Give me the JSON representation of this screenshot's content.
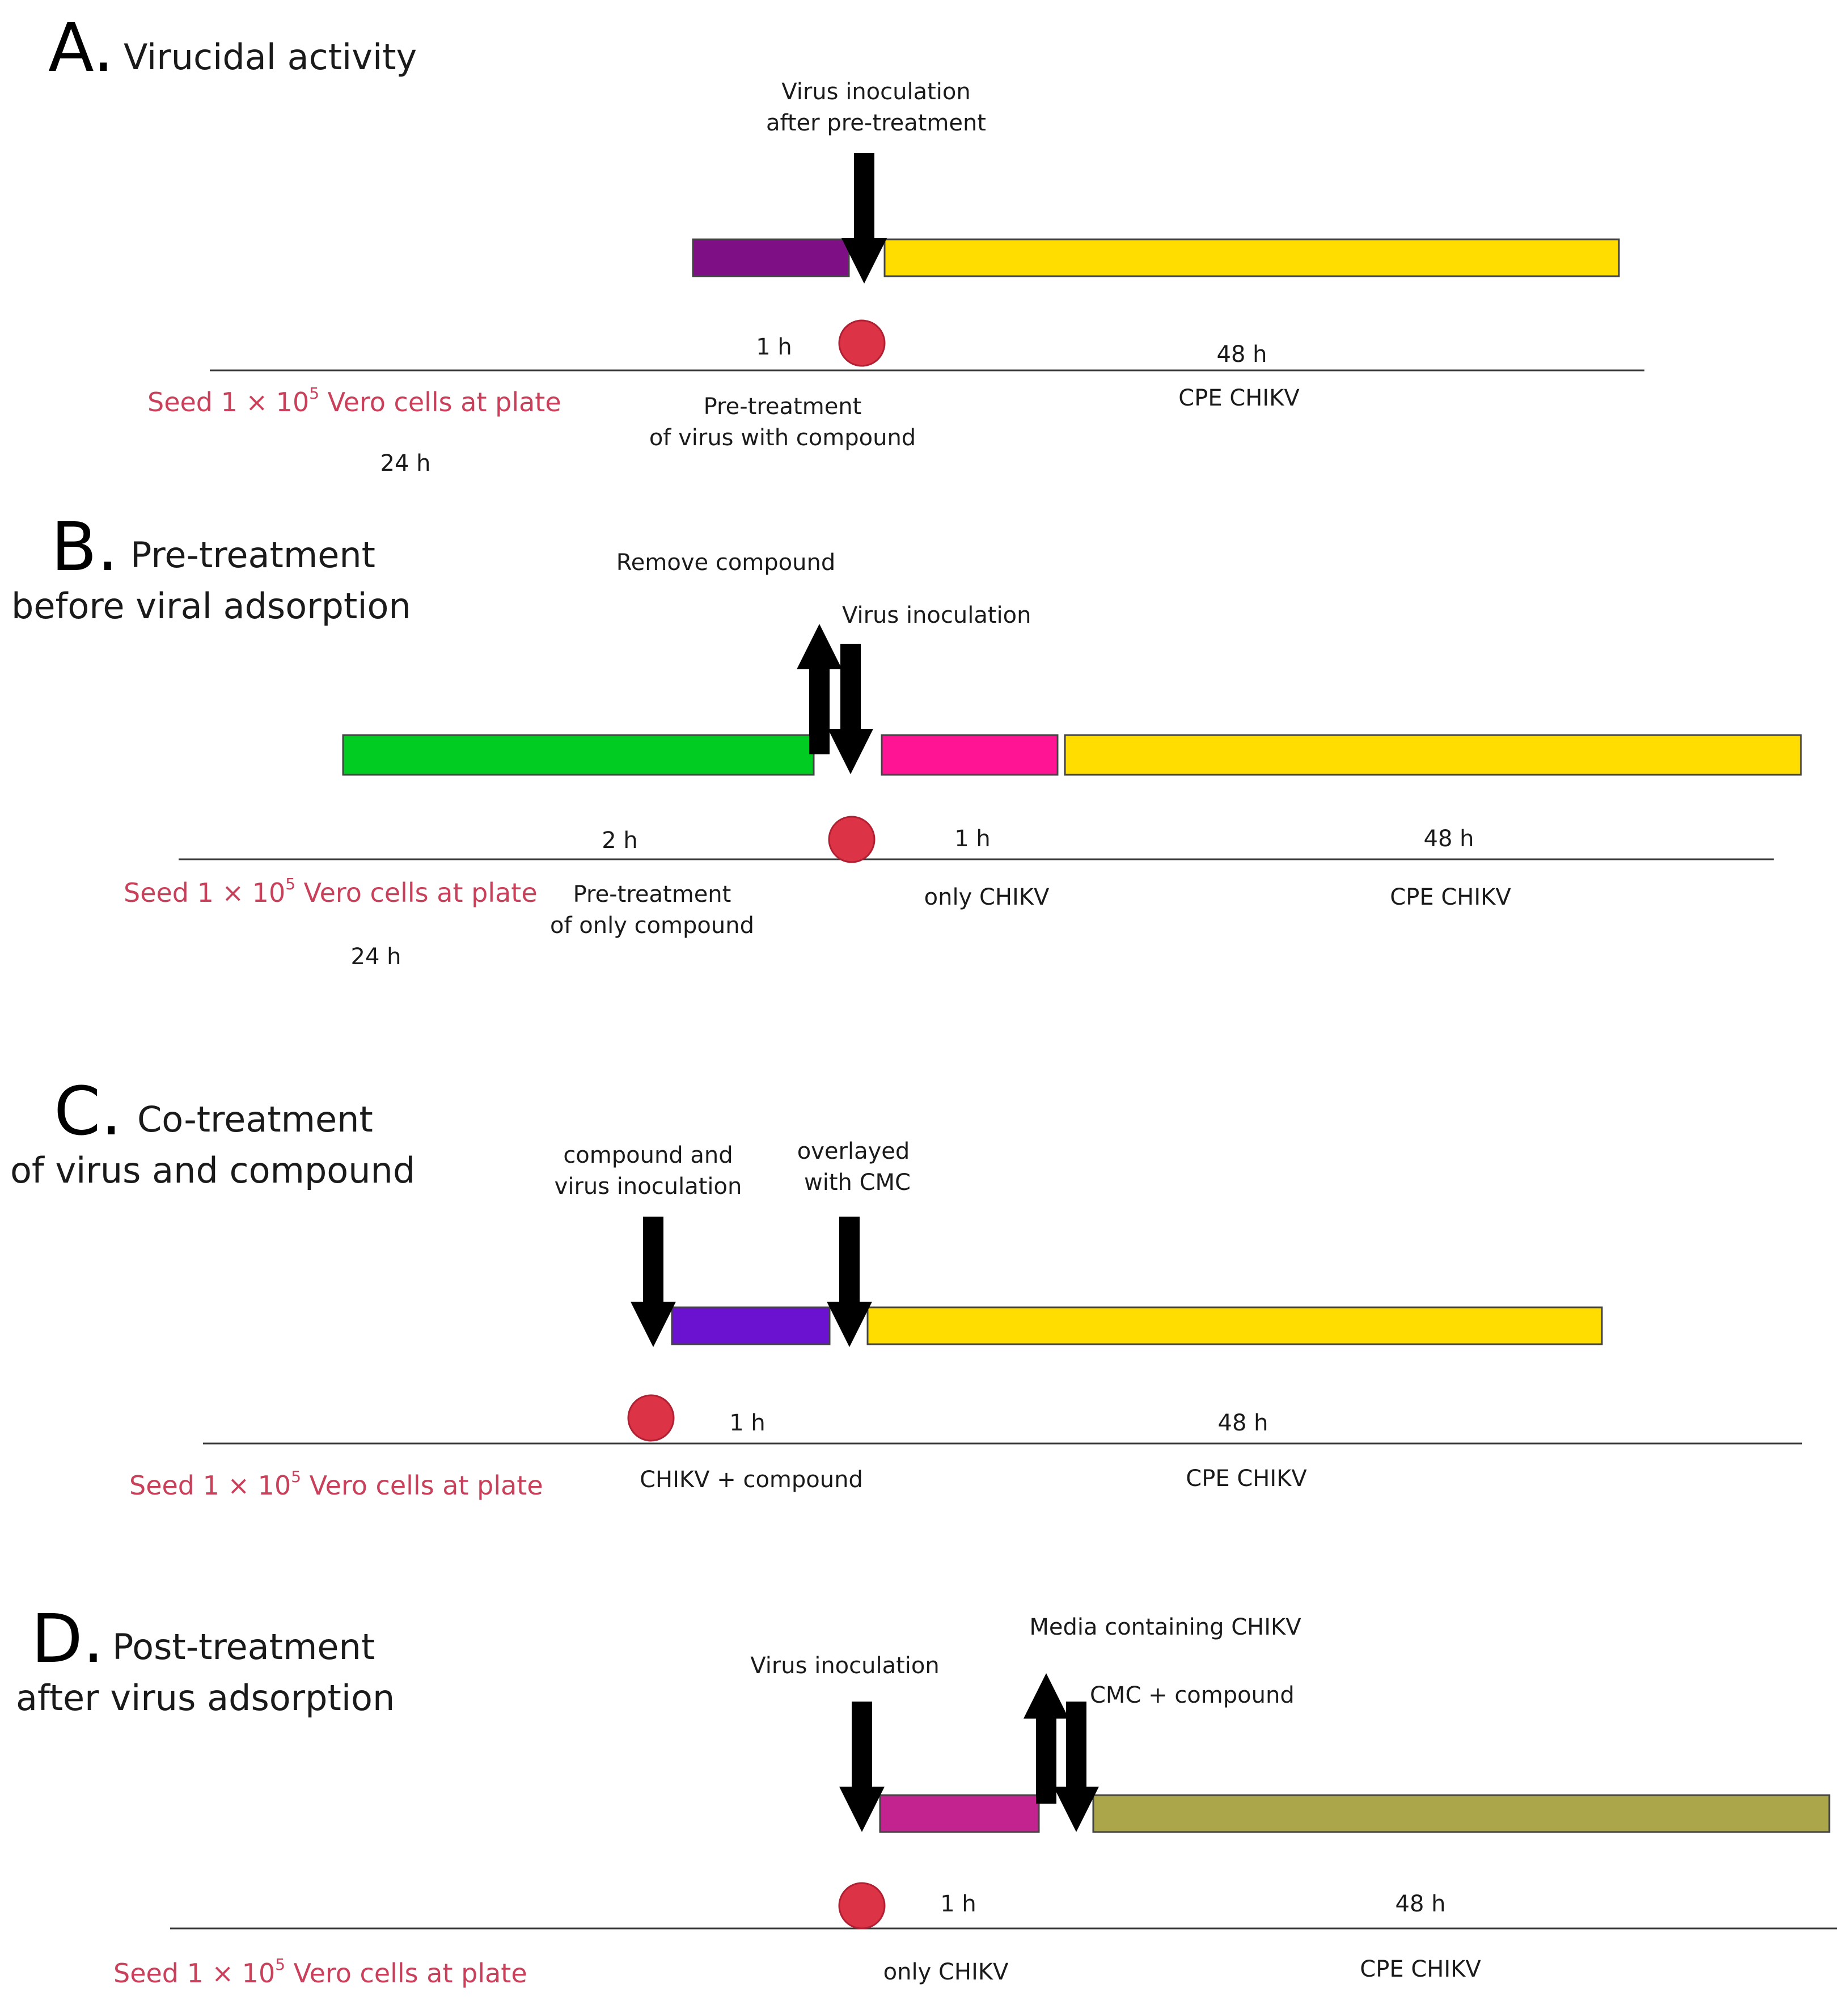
{
  "colors": {
    "dark_purple": "#7e0f85",
    "yellow": "#ffdd00",
    "green": "#00cc22",
    "magenta": "#ff1493",
    "violet": "#6a12cf",
    "orchid": "#c2238e",
    "olive": "#aba64a",
    "dot": "#dd3347",
    "seed_text": "#c9405a"
  },
  "panels": {
    "A": {
      "letter": "A.",
      "heading": [
        "Virucidal activity"
      ],
      "arrow_label": [
        "Virus inoculation",
        "after pre-treatment"
      ],
      "durations": [
        "1 h",
        "48 h"
      ],
      "seed_text": "Seed 1 × 10",
      "seed_sup": "5",
      "seed_tail": " Vero cells at plate",
      "seed_time": "24 h",
      "phase_labels": [
        [
          "Pre-treatment",
          "of virus with compound"
        ],
        [
          "CPE CHIKV"
        ]
      ]
    },
    "B": {
      "letter": "B.",
      "heading": [
        "Pre-treatment",
        "before viral adsorption"
      ],
      "arrow_labels": [
        "Remove compound",
        "Virus inoculation"
      ],
      "durations": [
        "2 h",
        "1 h",
        "48 h"
      ],
      "seed_text": "Seed 1 × 10",
      "seed_sup": "5",
      "seed_tail": " Vero cells at plate",
      "seed_time": "24 h",
      "phase_labels": [
        [
          "Pre-treatment",
          "of only compound"
        ],
        [
          "only CHIKV"
        ],
        [
          "CPE CHIKV"
        ]
      ]
    },
    "C": {
      "letter": "C.",
      "heading": [
        "Co-treatment",
        "of virus and compound"
      ],
      "arrow_labels": [
        [
          "compound and",
          "virus inoculation"
        ],
        [
          "overlayed",
          "with CMC"
        ]
      ],
      "durations": [
        "1 h",
        "48 h"
      ],
      "seed_text": "Seed 1 × 10",
      "seed_sup": "5",
      "seed_tail": " Vero cells at plate",
      "phase_labels": [
        "CHIKV + compound",
        "CPE CHIKV"
      ]
    },
    "D": {
      "letter": "D.",
      "heading": [
        "Post-treatment",
        "after virus adsorption"
      ],
      "arrow_labels": [
        "Virus inoculation",
        "Media containing  CHIKV",
        "CMC + compound"
      ],
      "durations": [
        "1 h",
        "48 h"
      ],
      "seed_text": "Seed 1 × 10",
      "seed_sup": "5",
      "seed_tail": " Vero cells at plate",
      "phase_labels": [
        "only CHIKV",
        "CPE CHIKV"
      ]
    }
  }
}
